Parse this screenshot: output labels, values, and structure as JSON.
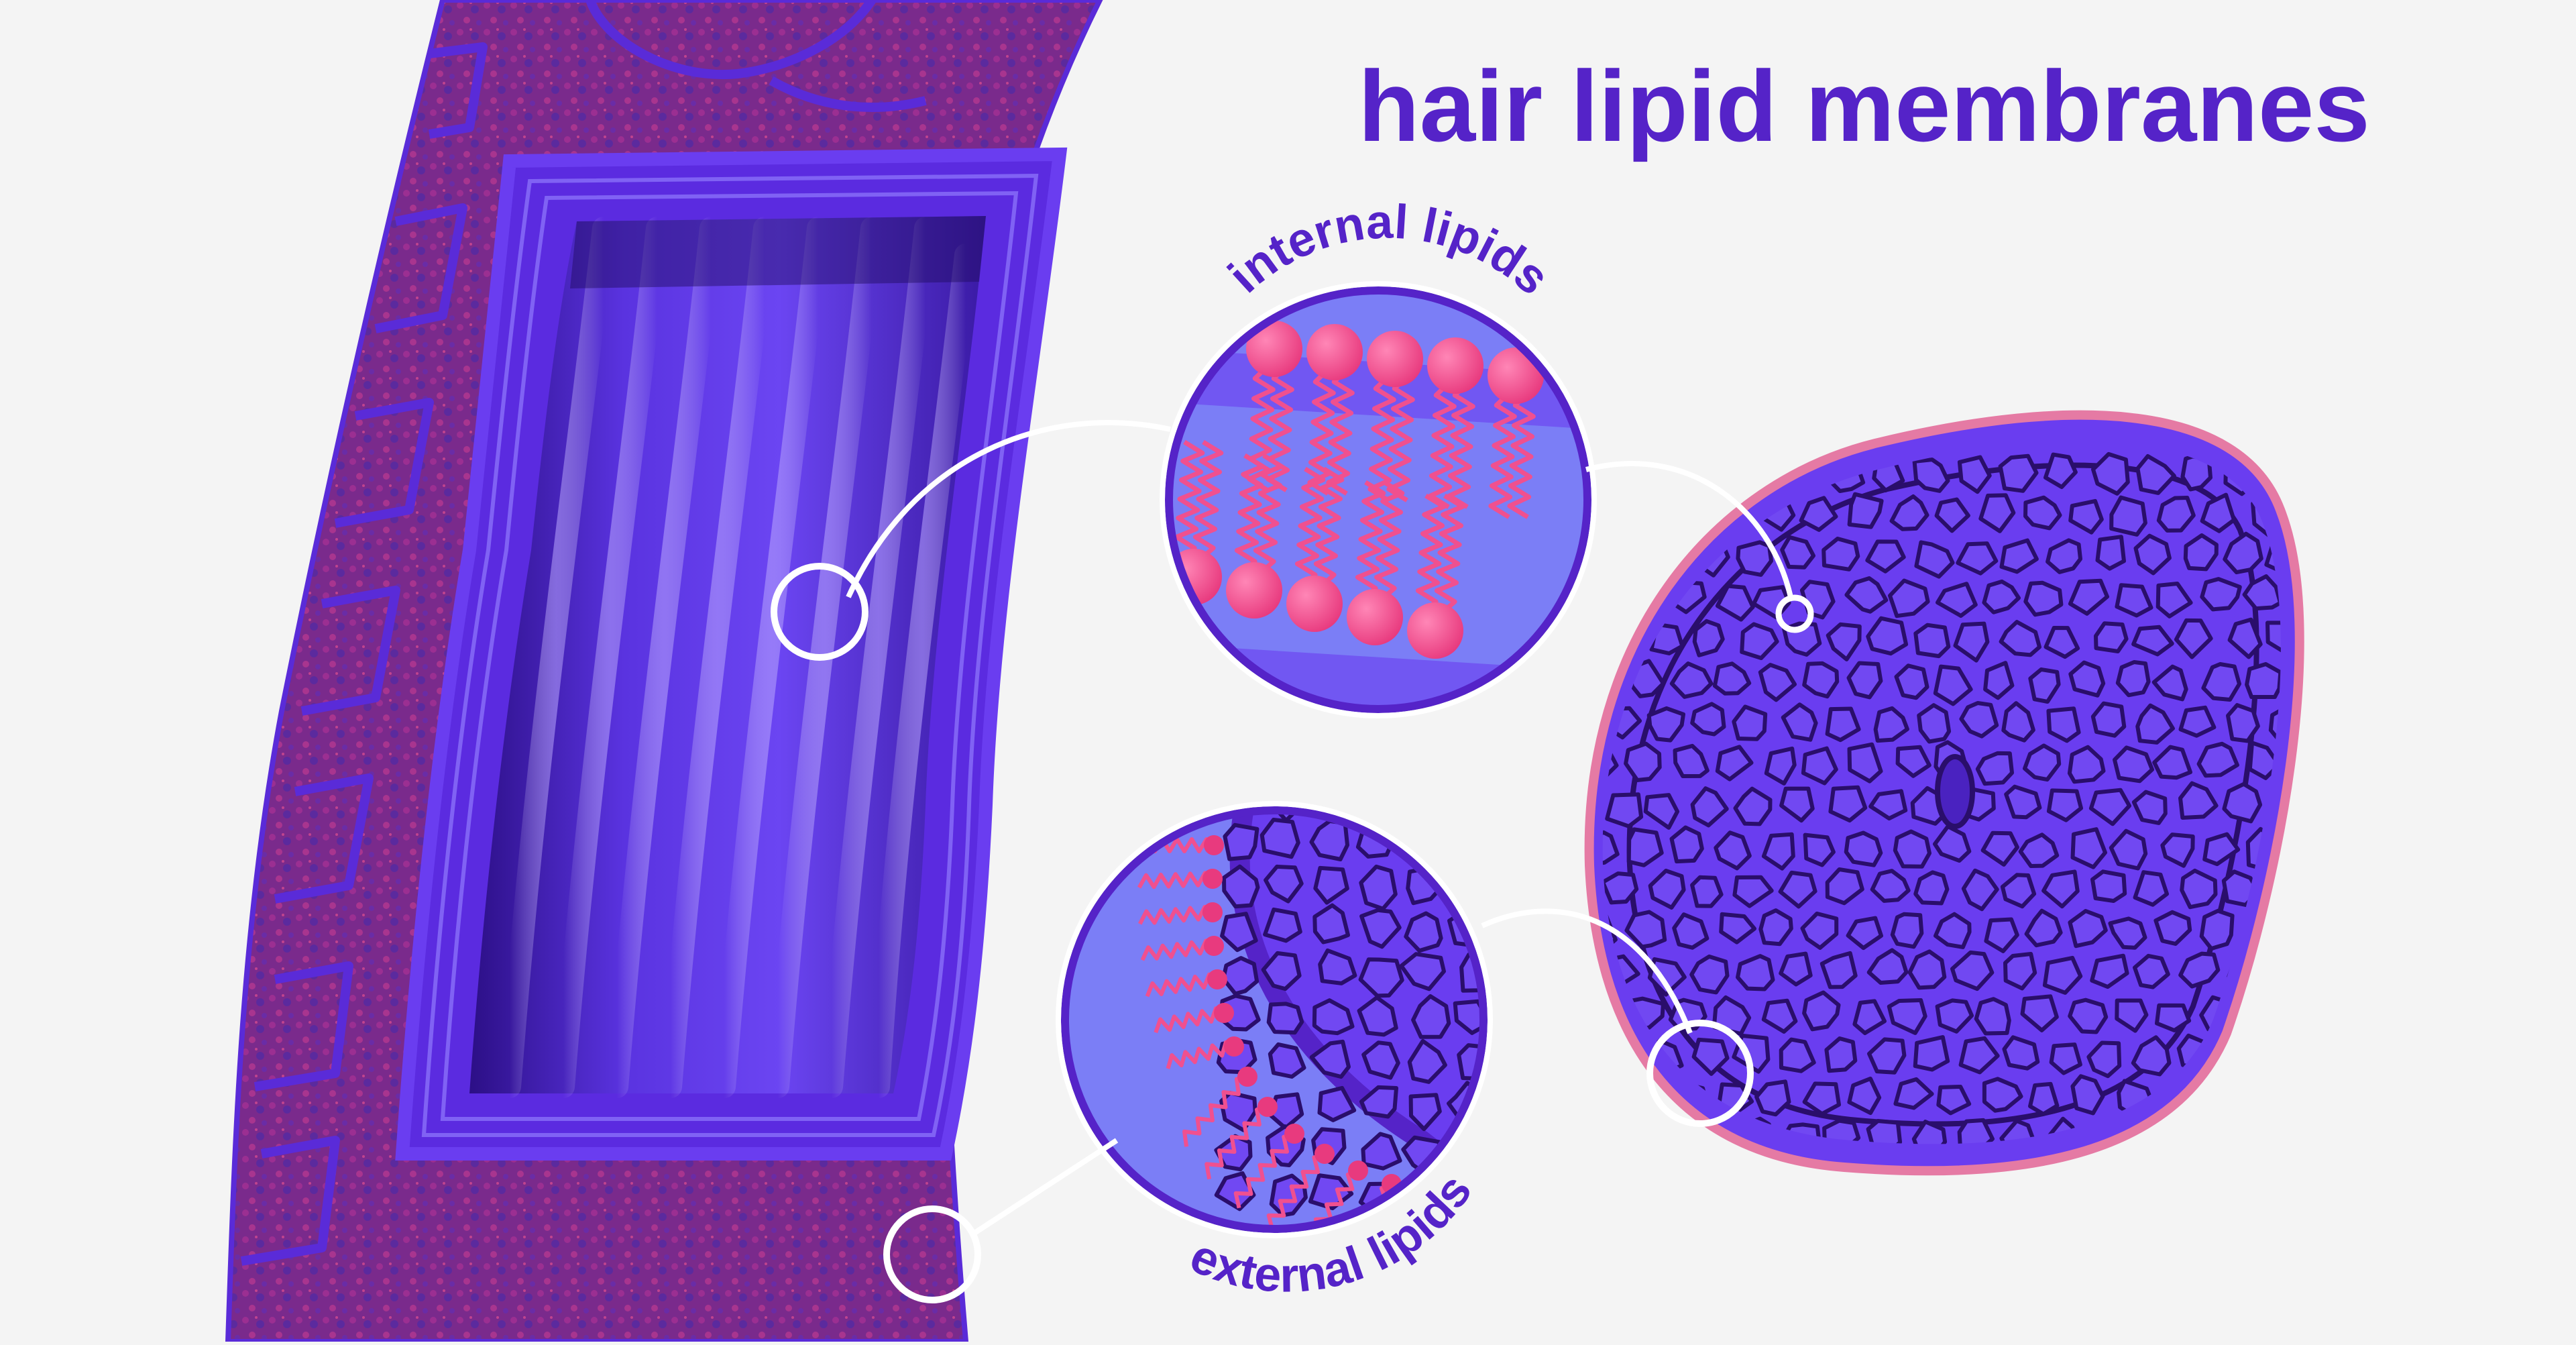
{
  "title": "hair lipid membranes",
  "labels": {
    "internal": "internal lipids",
    "external": "external lipids"
  },
  "colors": {
    "background": "#f4f4f4",
    "title": "#5523c8",
    "cortex": "#6a3df0",
    "cortex_dark": "#3e1ca8",
    "cell_fill": "#7148f2",
    "cell_stroke": "#2a0e6b",
    "cuticle": "#8a2a8e",
    "cuticle_edge": "#5a2bd8",
    "lipid_pink": "#f0508f",
    "membrane_bg": "#7b7ef6",
    "outline_white": "#ffffff"
  },
  "icons": {
    "callout_ring": "circle-outline",
    "lipid_molecule": "head-and-zigzag-tail"
  }
}
